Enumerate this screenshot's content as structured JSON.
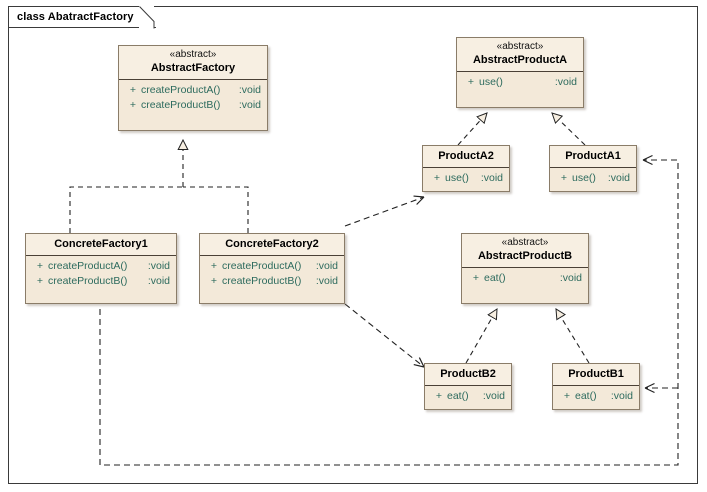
{
  "frame": {
    "label": "class AbatractFactory"
  },
  "colors": {
    "box_fill": "#f3e9d9",
    "box_header_fill": "#f7efe2",
    "box_border": "#8a7c68",
    "member_text": "#2d6b5e",
    "name_text": "#000000",
    "connector": "#222222",
    "frame_border": "#3a3a3a",
    "page_background": "#ffffff"
  },
  "classes": [
    {
      "id": "abstract-factory",
      "stereotype": "«abstract»",
      "name": "AbstractFactory",
      "members": [
        {
          "visibility": "+",
          "signature": "createProductA()",
          "type": ":void"
        },
        {
          "visibility": "+",
          "signature": "createProductB()",
          "type": ":void"
        }
      ]
    },
    {
      "id": "abstract-product-a",
      "stereotype": "«abstract»",
      "name": "AbstractProductA",
      "members": [
        {
          "visibility": "+",
          "signature": "use()",
          "type": ":void"
        }
      ]
    },
    {
      "id": "product-a2",
      "stereotype": "",
      "name": "ProductA2",
      "members": [
        {
          "visibility": "+",
          "signature": "use()",
          "type": ":void"
        }
      ]
    },
    {
      "id": "product-a1",
      "stereotype": "",
      "name": "ProductA1",
      "members": [
        {
          "visibility": "+",
          "signature": "use()",
          "type": ":void"
        }
      ]
    },
    {
      "id": "concrete-factory1",
      "stereotype": "",
      "name": "ConcreteFactory1",
      "members": [
        {
          "visibility": "+",
          "signature": "createProductA()",
          "type": ":void"
        },
        {
          "visibility": "+",
          "signature": "createProductB()",
          "type": ":void"
        }
      ]
    },
    {
      "id": "concrete-factory2",
      "stereotype": "",
      "name": "ConcreteFactory2",
      "members": [
        {
          "visibility": "+",
          "signature": "createProductA()",
          "type": ":void"
        },
        {
          "visibility": "+",
          "signature": "createProductB()",
          "type": ":void"
        }
      ]
    },
    {
      "id": "abstract-product-b",
      "stereotype": "«abstract»",
      "name": "AbstractProductB",
      "members": [
        {
          "visibility": "+",
          "signature": "eat()",
          "type": ":void"
        }
      ]
    },
    {
      "id": "product-b2",
      "stereotype": "",
      "name": "ProductB2",
      "members": [
        {
          "visibility": "+",
          "signature": "eat()",
          "type": ":void"
        }
      ]
    },
    {
      "id": "product-b1",
      "stereotype": "",
      "name": "ProductB1",
      "members": [
        {
          "visibility": "+",
          "signature": "eat()",
          "type": ":void"
        }
      ]
    }
  ],
  "connectors": [
    {
      "id": "cf1-realizes-af",
      "from": "concrete-factory1",
      "to": "abstract-factory",
      "kind": "realization",
      "line": "dashed",
      "arrowhead": "hollow-triangle"
    },
    {
      "id": "cf2-realizes-af",
      "from": "concrete-factory2",
      "to": "abstract-factory",
      "kind": "realization",
      "line": "dashed",
      "arrowhead": "hollow-triangle"
    },
    {
      "id": "pa2-realizes-apa",
      "from": "product-a2",
      "to": "abstract-product-a",
      "kind": "realization",
      "line": "dashed",
      "arrowhead": "hollow-triangle"
    },
    {
      "id": "pa1-realizes-apa",
      "from": "product-a1",
      "to": "abstract-product-a",
      "kind": "realization",
      "line": "dashed",
      "arrowhead": "hollow-triangle"
    },
    {
      "id": "pb2-realizes-apb",
      "from": "product-b2",
      "to": "abstract-product-b",
      "kind": "realization",
      "line": "dashed",
      "arrowhead": "hollow-triangle"
    },
    {
      "id": "pb1-realizes-apb",
      "from": "product-b1",
      "to": "abstract-product-b",
      "kind": "realization",
      "line": "dashed",
      "arrowhead": "hollow-triangle"
    },
    {
      "id": "cf2-depends-pa2",
      "from": "concrete-factory2",
      "to": "product-a2",
      "kind": "dependency",
      "line": "dashed",
      "arrowhead": "open"
    },
    {
      "id": "cf2-depends-pb2",
      "from": "concrete-factory2",
      "to": "product-b2",
      "kind": "dependency",
      "line": "dashed",
      "arrowhead": "open"
    },
    {
      "id": "cf1-depends-pa1",
      "from": "concrete-factory1",
      "to": "product-a1",
      "kind": "dependency",
      "line": "dashed",
      "arrowhead": "open"
    },
    {
      "id": "cf1-depends-pb1",
      "from": "concrete-factory1",
      "to": "product-b1",
      "kind": "dependency",
      "line": "dashed",
      "arrowhead": "open"
    }
  ]
}
